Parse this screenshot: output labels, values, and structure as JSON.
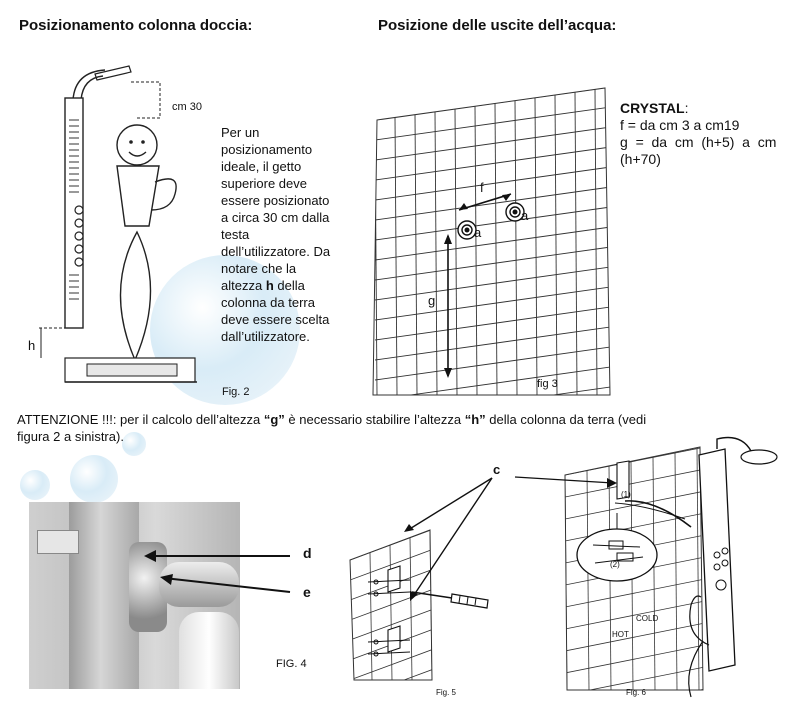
{
  "heading_left": "Posizionamento colonna doccia:",
  "heading_right": "Posizione delle uscite dell’acqua:",
  "fig2": {
    "dimension_label": "cm 30",
    "h_label": "h",
    "paragraph_lines": [
      "Per un",
      "posizionamento",
      "ideale, il getto",
      "superiore deve",
      "essere posizionato",
      "a circa 30 cm dalla",
      "testa",
      "dell’utilizzatore. Da",
      "notare che la"
    ],
    "line_h_before": "altezza ",
    "line_h_bold": "h",
    "line_h_after": " della",
    "paragraph_lines_2": [
      "colonna da terra",
      "deve essere scelta",
      "dall’utilizzatore."
    ],
    "caption": "Fig. 2"
  },
  "fig3": {
    "label_f": "f",
    "label_g": "g",
    "label_a": "a",
    "caption": "fig 3"
  },
  "crystal": {
    "name": "CRYSTAL",
    "colon": ":",
    "line_f": "f = da cm 3 a cm19",
    "line_g": "g  =  da  cm  (h+5)  a  cm",
    "line_g2": "(h+70)"
  },
  "attention": {
    "prefix": "ATTENZIONE !!!: per il calcolo dell’altezza ",
    "g": "“g”",
    "middle": " è necessario stabilire l’altezza ",
    "h": "“h”",
    "suffix": " della colonna da terra (vedi",
    "line2": "figura 2 a sinistra)."
  },
  "fig4": {
    "label_d": "d",
    "label_e": "e",
    "caption": "FIG. 4"
  },
  "fig5": {
    "label_c": "c",
    "caption": "Fig. 5"
  },
  "fig6": {
    "caption": "Fig. 6",
    "label_1": "(1)",
    "label_2": "(2)",
    "hot": "HOT",
    "cold": "COLD"
  }
}
